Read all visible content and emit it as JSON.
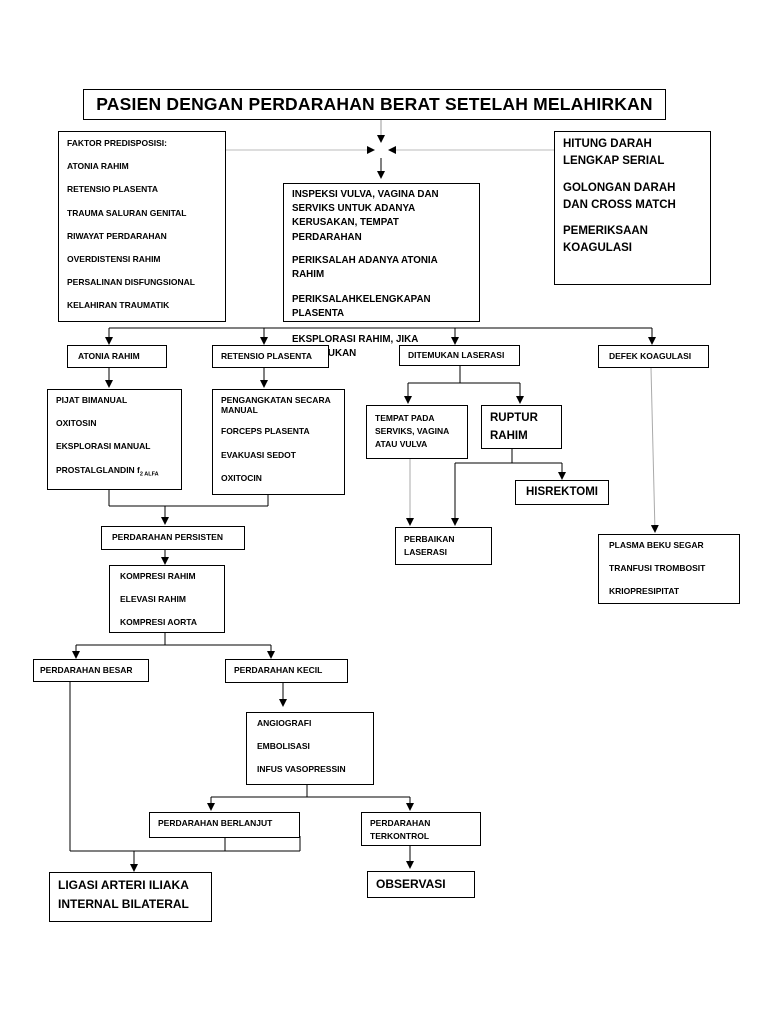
{
  "title": "PASIEN DENGAN PERDARAHAN BERAT SETELAH MELAHIRKAN",
  "predisposition": {
    "heading": "FAKTOR PREDISPOSISI:",
    "items": [
      "ATONIA RAHIM",
      "RETENSIO PLASENTA",
      "TRAUMA SALURAN GENITAL",
      "RIWAYAT PERDARAHAN",
      "OVERDISTENSI RAHIM",
      "PERSALINAN DISFUNGSIONAL",
      "KELAHIRAN TRAUMATIK"
    ]
  },
  "inspection": {
    "items": [
      "INSPEKSI VULVA, VAGINA DAN SERVIKS UNTUK ADANYA KERUSAKAN, TEMPAT PERDARAHAN",
      "PERIKSALAH ADANYA ATONIA RAHIM",
      "PERIKSALAHKELENGKAPAN PLASENTA",
      "EKSPLORASI RAHIM, JIKA DIPERLUKAN"
    ]
  },
  "lab": {
    "items": [
      "HITUNG DARAH LENGKAP SERIAL",
      "GOLONGAN DARAH DAN CROSS MATCH",
      "PEMERIKSAAN KOAGULASI"
    ]
  },
  "branches": {
    "atonia": "ATONIA RAHIM",
    "retensio": "RETENSIO PLASENTA",
    "laserasi": "DITEMUKAN LASERASI",
    "koagulasi": "DEFEK KOAGULASI"
  },
  "atonia_actions": {
    "items": [
      "PIJAT BIMANUAL",
      "OXITOSIN",
      "EKSPLORASI MANUAL"
    ],
    "prostaglandin": "PROSTALGLANDIN f",
    "prostaglandin_sub": "2 ALFA"
  },
  "retensio_actions": {
    "items": [
      "PENGANGKATAN SECARA MANUAL",
      "FORCEPS PLASENTA",
      "EVAKUASI SEDOT",
      "OXITOCIN"
    ]
  },
  "laceration_site": "TEMPAT PADA SERVIKS, VAGINA ATAU VULVA",
  "rupture": "RUPTUR RAHIM",
  "hysterectomy": "HISREKTOMI",
  "repair": "PERBAIKAN LASERASI",
  "coag_actions": {
    "items": [
      "PLASMA BEKU SEGAR",
      "TRANFUSI TROMBOSIT",
      "KRIOPRESIPITAT"
    ]
  },
  "persistent": "PERDARAHAN PERSISTEN",
  "compression": {
    "items": [
      "KOMPRESI RAHIM",
      "ELEVASI RAHIM",
      "KOMPRESI AORTA"
    ]
  },
  "heavy": "PERDARAHAN BESAR",
  "light": "PERDARAHAN KECIL",
  "angio": {
    "items": [
      "ANGIOGRAFI",
      "EMBOLISASI",
      "INFUS VASOPRESSIN"
    ]
  },
  "continued": "PERDARAHAN BERLANJUT",
  "controlled": "PERDARAHAN TERKONTROL",
  "ligation": "LIGASI ARTERI ILIAKA INTERNAL BILATERAL",
  "observation": "OBSERVASI"
}
